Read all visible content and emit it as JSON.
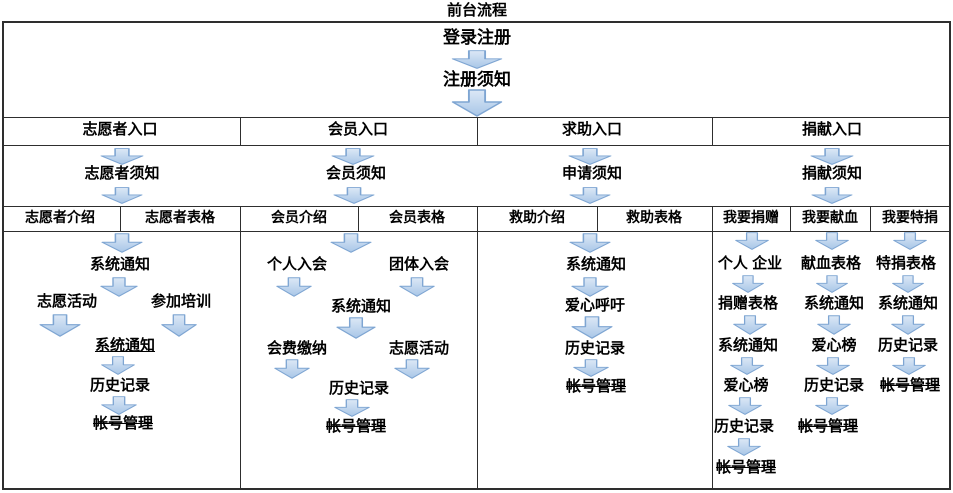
{
  "title": "前台流程",
  "top_flow": {
    "login": "登录注册",
    "register_notice": "注册须知"
  },
  "entrances": [
    {
      "label": "志愿者入口",
      "notice": "志愿者须知",
      "tabs": [
        "志愿者介绍",
        "志愿者表格"
      ]
    },
    {
      "label": "会员入口",
      "notice": "会员须知",
      "tabs": [
        "会员介绍",
        "会员表格"
      ]
    },
    {
      "label": "求助入口",
      "notice": "申请须知",
      "tabs": [
        "救助介绍",
        "救助表格"
      ]
    },
    {
      "label": "捐献入口",
      "notice": "捐献须知",
      "tabs": [
        "我要捐赠",
        "我要献血",
        "我要特捐"
      ]
    }
  ],
  "flows": {
    "volunteer": [
      "系统通知",
      "志愿活动",
      "参加培训",
      "系统通知",
      "历史记录",
      "帐号管理"
    ],
    "member": [
      "个人入会",
      "团体入会",
      "系统通知",
      "会费缴纳",
      "志愿活动",
      "历史记录",
      "帐号管理"
    ],
    "help": [
      "系统通知",
      "爱心呼吁",
      "历史记录",
      "帐号管理"
    ],
    "donate": [
      "个人 企业",
      "捐赠表格",
      "系统通知",
      "爱心榜",
      "历史记录",
      "帐号管理"
    ],
    "blood": [
      "献血表格",
      "系统通知",
      "爱心榜",
      "历史记录",
      "帐号管理"
    ],
    "special": [
      "特捐表格",
      "系统通知",
      "历史记录",
      "帐号管理"
    ]
  },
  "colors": {
    "arrow_fill_top": "#dce8f6",
    "arrow_fill_bottom": "#a8c6e7",
    "arrow_stroke": "#7ea5d2",
    "border": "#2e2e2e",
    "text": "#000000"
  }
}
